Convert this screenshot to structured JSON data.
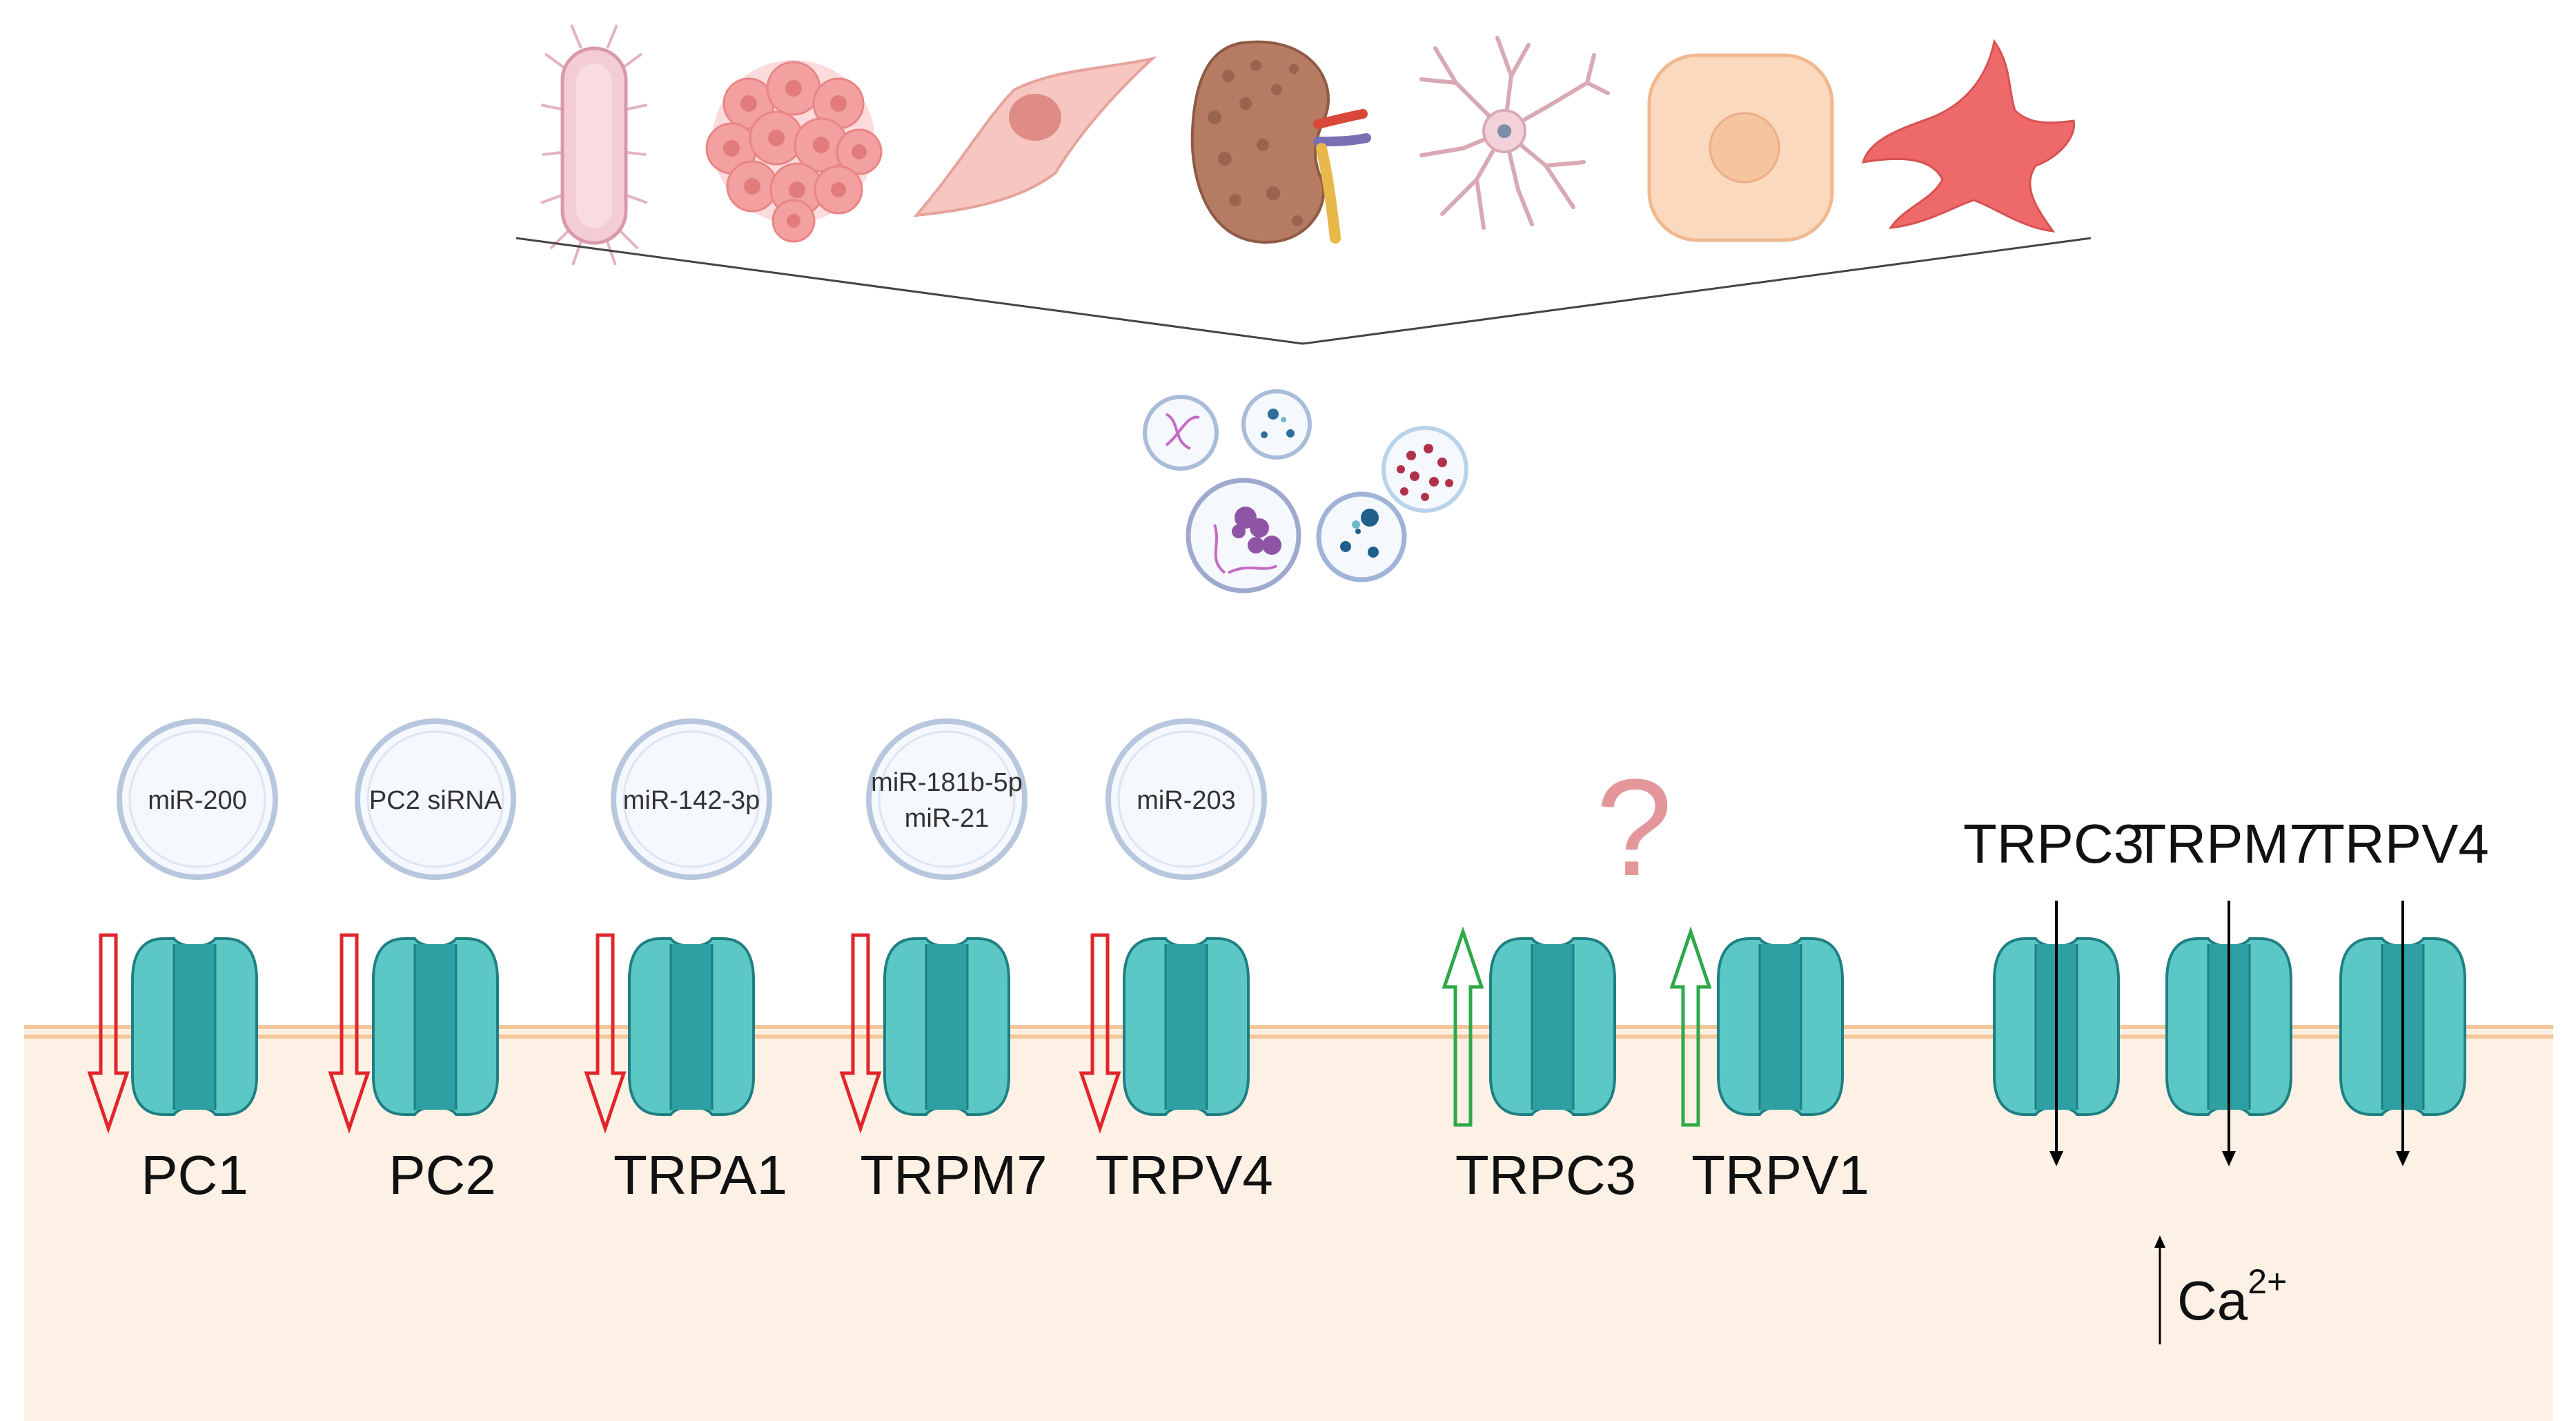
{
  "cell_sources": [
    {
      "icon": "bacterium-icon"
    },
    {
      "icon": "tumor-cell-cluster-icon"
    },
    {
      "icon": "fibroblast-cell-icon"
    },
    {
      "icon": "kidney-organ-icon"
    },
    {
      "icon": "neuron-icon"
    },
    {
      "icon": "round-cell-icon"
    },
    {
      "icon": "macrophage-icon"
    }
  ],
  "vesicles_icon": "extracellular-vesicles-icon",
  "regulators": [
    {
      "lines": [
        "miR-200"
      ]
    },
    {
      "lines": [
        "PC2 siRNA"
      ]
    },
    {
      "lines": [
        "miR-142-3p"
      ]
    },
    {
      "lines": [
        "miR-181b-5p",
        "miR-21"
      ]
    },
    {
      "lines": [
        "miR-203"
      ]
    }
  ],
  "unknown_mark": "?",
  "downregulated_channels": [
    "PC1",
    "PC2",
    "TRPA1",
    "TRPM7",
    "TRPV4"
  ],
  "upregulated_channels": [
    "TRPC3",
    "TRPV1"
  ],
  "calcium_channels": [
    "TRPC3",
    "TRPM7",
    "TRPV4"
  ],
  "calcium_label": {
    "base": "Ca",
    "sup": "2+"
  },
  "colors": {
    "cytoplasm": "#FDF1E6",
    "membrane": "#F2C79A",
    "channel_fill": "#5CC8C6",
    "channel_core": "#2E9FA2",
    "channel_stroke": "#1F7F82",
    "down_arrow": "#E0262B",
    "up_arrow": "#2EA84A",
    "vesicle_fill": "#F5F8FD",
    "vesicle_stroke": "#B8C7DD",
    "question_mark": "#E3979A"
  }
}
